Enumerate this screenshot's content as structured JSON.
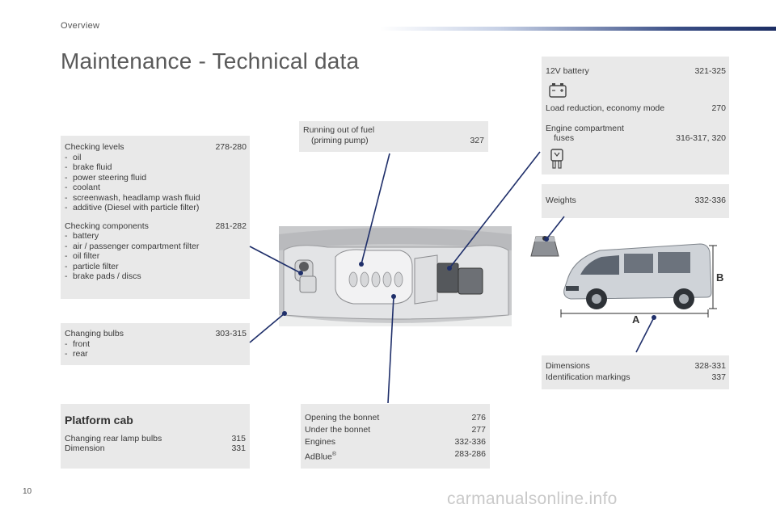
{
  "header": {
    "section": "Overview",
    "title": "Maintenance - Technical data"
  },
  "left": {
    "checking_levels": {
      "label": "Checking levels",
      "pages": "278-280",
      "items": [
        "oil",
        "brake fluid",
        "power steering fluid",
        "coolant",
        "screenwash, headlamp wash fluid",
        "additive (Diesel with particle filter)"
      ]
    },
    "checking_components": {
      "label": "Checking components",
      "pages": "281-282",
      "items": [
        "battery",
        "air / passenger compartment filter",
        "oil filter",
        "particle filter",
        "brake pads / discs"
      ]
    },
    "changing_bulbs": {
      "label": "Changing bulbs",
      "pages": "303-315",
      "items": [
        "front",
        "rear"
      ]
    },
    "platform_cab": {
      "heading": "Platform cab",
      "rows": [
        {
          "label": "Changing rear lamp bulbs",
          "pages": "315"
        },
        {
          "label": "Dimension",
          "pages": "331"
        }
      ]
    }
  },
  "center": {
    "fuel": {
      "line1": "Running out of fuel",
      "line2": "(priming pump)",
      "pages": "327"
    },
    "bonnet": {
      "rows": [
        {
          "label": "Opening the bonnet",
          "pages": "276"
        },
        {
          "label": "Under the bonnet",
          "pages": "277"
        },
        {
          "label": "Engines",
          "pages": "332-336"
        },
        {
          "label": "AdBlue",
          "sup": "®",
          "pages": "283-286"
        }
      ]
    }
  },
  "right": {
    "battery": {
      "label": "12V battery",
      "pages": "321-325"
    },
    "load": {
      "label": "Load reduction, economy mode",
      "pages": "270"
    },
    "fuses": {
      "line1": "Engine compartment",
      "line2": "fuses",
      "pages": "316-317, 320"
    },
    "weights": {
      "label": "Weights",
      "pages": "332-336"
    },
    "dimensions": {
      "rows": [
        {
          "label": "Dimensions",
          "pages": "328-331"
        },
        {
          "label": "Identification markings",
          "pages": "337"
        }
      ]
    },
    "dim_labels": {
      "a": "A",
      "b": "B"
    }
  },
  "footer": {
    "page_number": "10",
    "watermark": "carmanualsonline.info"
  },
  "colors": {
    "box_bg": "#e9e9e9",
    "pointer_line": "#1f2f6a",
    "accent_bar": "#2a3e78",
    "van_body": "#cfd3d8"
  }
}
